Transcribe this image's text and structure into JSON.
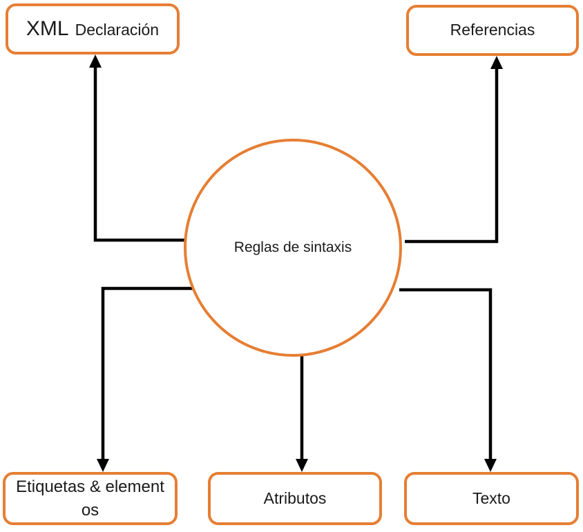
{
  "diagram": {
    "background_color": "#ffffff",
    "accent_color": "#E67E33",
    "connector_color": "#000000",
    "center_node": {
      "label": "Reglas de sintaxis"
    },
    "nodes": {
      "xml_declaration": {
        "label_large": "XML",
        "label_small": "Declaración"
      },
      "referencias": {
        "label": "Referencias"
      },
      "etiquetas_elementos": {
        "line1": "Etiquetas & element",
        "line2": "os"
      },
      "atributos": {
        "label": "Atributos"
      },
      "texto": {
        "label": "Texto"
      }
    }
  }
}
